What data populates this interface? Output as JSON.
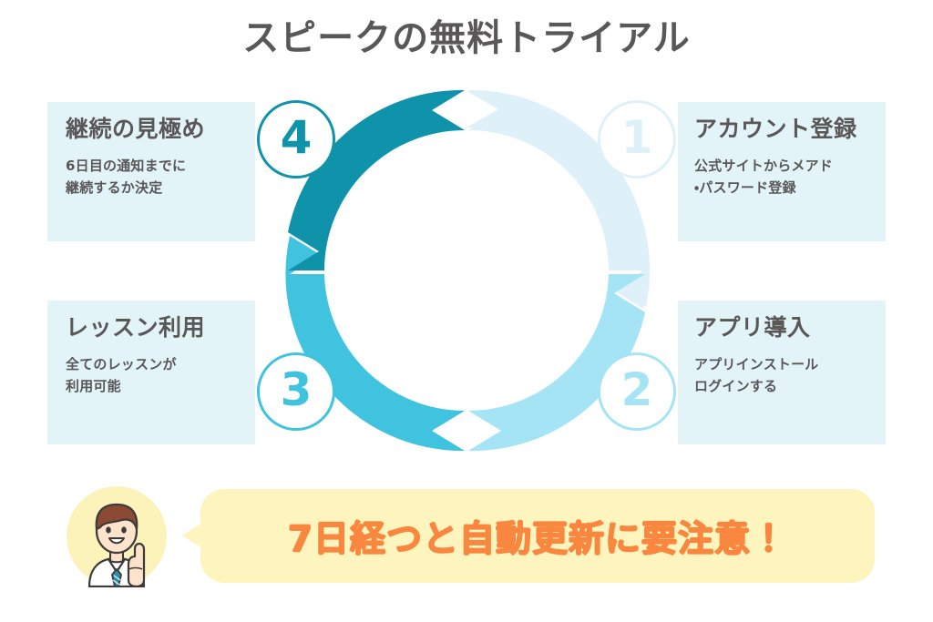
{
  "title": "スピークの無料トライアル",
  "colors": {
    "title_text": "#595757",
    "card_bg": "#e3f4f9",
    "segment_1": "#dff1f8",
    "segment_2": "#a5e4f5",
    "segment_3": "#3fc3de",
    "segment_4": "#0e93ab",
    "callout_bg": "#fdf5bd",
    "callout_text": "#f9873f",
    "avatar_bg": "#fbf3ba"
  },
  "steps": [
    {
      "number": "1",
      "title": "アカウント登録",
      "description": "公式サイトからメアド\n・パスワード登録",
      "color": "#dff1f8",
      "position": "top-right"
    },
    {
      "number": "2",
      "title": "アプリ導入",
      "description": "アプリインストール\nログインする",
      "color": "#a5e4f5",
      "position": "bottom-right"
    },
    {
      "number": "3",
      "title": "レッスン利用",
      "description": "全てのレッスンが\n利用可能",
      "color": "#3fc3de",
      "position": "bottom-left"
    },
    {
      "number": "4",
      "title": "継続の見極め",
      "description": "6日目の通知までに\n継続するか決定",
      "color": "#0e93ab",
      "position": "top-left"
    }
  ],
  "callout": {
    "text": "7日経つと自動更新に要注意！",
    "avatar": "person-pointing-up-icon"
  }
}
